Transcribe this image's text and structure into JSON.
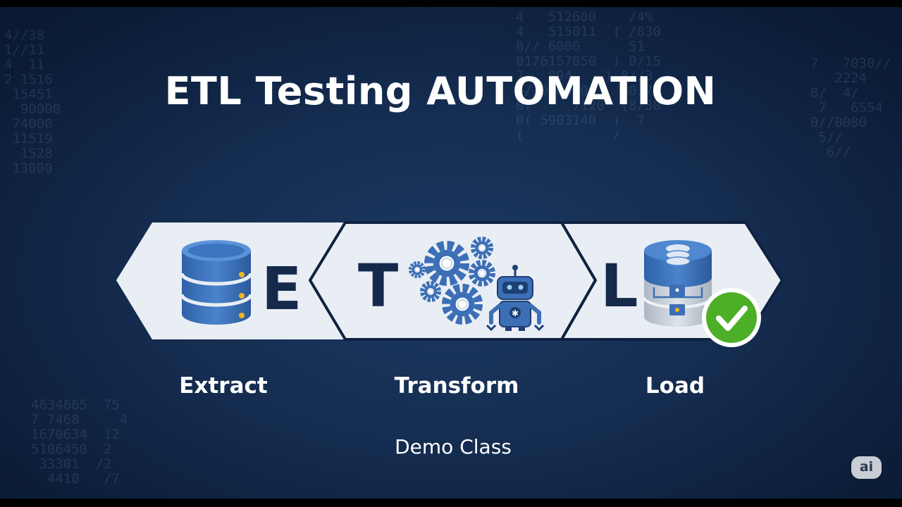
{
  "slide": {
    "title": "ETL Testing AUTOMATION",
    "subtitle": "Demo Class",
    "badge": "ai",
    "colors": {
      "background": "#142c4f",
      "panel": "#e9eef5",
      "letter": "#15294b",
      "accent_blue": "#3a70b8",
      "check_green": "#4caf27"
    }
  },
  "stages": [
    {
      "letter": "E",
      "label": "Extract",
      "icon": "database-icon"
    },
    {
      "letter": "T",
      "label": "Transform",
      "icon": "gears-robot-icon"
    },
    {
      "letter": "L",
      "label": "Load",
      "icon": "database-check-icon"
    }
  ],
  "background_numbers": {
    "top_right": "4   512600    /4%\n4   515011  ( /830\n8// 6006      51\n0176157050  ) 0/15\n7   894    ) 8//3\n6//0000500   8017\n0(     7120  (8/30\n0( 5903140  )  7\n(           /",
    "left": "4//38\n1//11\n4  11\n2 1516\n 15451\n  90000\n 74000\n 11519\n  1528\n 13000",
    "bottom_left": "4634665  75\n7 7468     4\n1670634  12\n5106450  2\n 33301  /2\n  4410   /7",
    "right": "7   7030//\n   2224\n8/  4/\n 7   6554\n0//0080\n 5//\n  6//"
  }
}
